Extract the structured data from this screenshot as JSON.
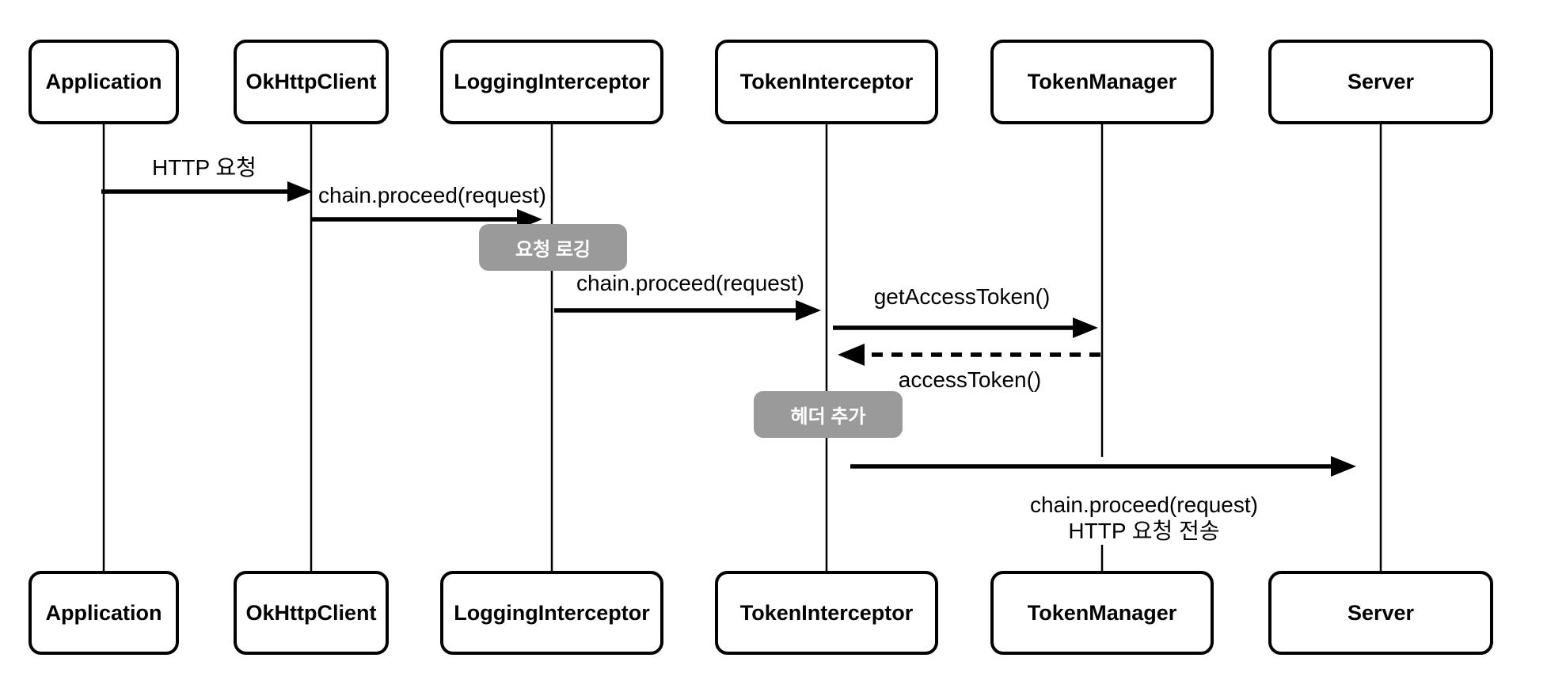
{
  "diagram": {
    "participants": [
      {
        "name": "Application"
      },
      {
        "name": "OkHttpClient"
      },
      {
        "name": "LoggingInterceptor"
      },
      {
        "name": "TokenInterceptor"
      },
      {
        "name": "TokenManager"
      },
      {
        "name": "Server"
      }
    ],
    "messages": [
      {
        "label": "HTTP 요청",
        "from": "Application",
        "to": "OkHttpClient",
        "style": "solid"
      },
      {
        "label": "chain.proceed(request)",
        "from": "OkHttpClient",
        "to": "LoggingInterceptor",
        "style": "solid"
      },
      {
        "label": "chain.proceed(request)",
        "from": "LoggingInterceptor",
        "to": "TokenInterceptor",
        "style": "solid"
      },
      {
        "label": "getAccessToken()",
        "from": "TokenInterceptor",
        "to": "TokenManager",
        "style": "solid"
      },
      {
        "label": "accessToken()",
        "from": "TokenManager",
        "to": "TokenInterceptor",
        "style": "dashed"
      },
      {
        "label": "chain.proceed(request)",
        "label2": "HTTP 요청 전송",
        "from": "TokenInterceptor",
        "to": "Server",
        "style": "solid"
      }
    ],
    "notes": [
      {
        "label": "요청 로깅",
        "on": "LoggingInterceptor"
      },
      {
        "label": "헤더 추가",
        "on": "TokenInterceptor"
      }
    ],
    "colors": {
      "background": "#ffffff",
      "line": "#000000",
      "box_bg": "#ffffff",
      "box_border": "#000000",
      "note_bg": "#9a9a9a",
      "note_text": "#ffffff"
    }
  }
}
